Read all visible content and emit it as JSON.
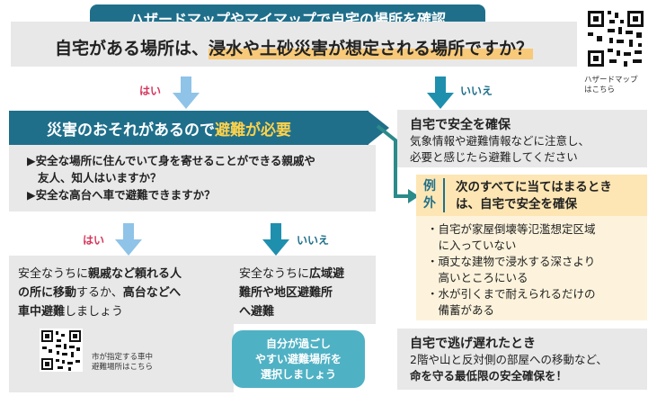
{
  "header": {
    "title": "ハザードマップやマイマップで自宅の場所を確認",
    "question_pre": "自宅がある場所は、",
    "question_mark": "浸水や土砂災害が想定される場所ですか？",
    "qr_caption_1": "ハザードマップ",
    "qr_caption_2": "はこちら"
  },
  "labels": {
    "yes": "はい",
    "no": "いいえ"
  },
  "yes_branch": {
    "banner_pre": "災害のおそれがあるので",
    "banner_emph": "避難が必要",
    "q1_line1": "▶安全な場所に住んでいて身を寄せることができる親戚や",
    "q1_line2": "友人、知人はいますか？",
    "q2": "▶安全な高台へ車で避難できますか？"
  },
  "left_box": {
    "line1_pre": "安全なうちに",
    "line1_bold": "親戚など頼れる人",
    "line2_bold": "の所に移動",
    "line2_post": "するか、",
    "line2_bold2": "高台などへ",
    "line3_bold": "車中避難",
    "line3_post": "しましょう",
    "qr_caption_1": "市が指定する車中",
    "qr_caption_2": "避難場所はこちら"
  },
  "mid_box": {
    "line1_pre": "安全なうちに",
    "line1_bold": "広域避",
    "line2": "難所や地区避難所",
    "line3": "へ避難"
  },
  "select_button": {
    "line1": "自分が過ごし",
    "line2": "やすい避難場所を",
    "line3": "選択しましょう"
  },
  "no_branch": {
    "title": "自宅で安全を確保",
    "line1": "気象情報や避難情報などに注意し、",
    "line2": "必要と感じたら避難してください"
  },
  "exception": {
    "tag1": "例",
    "tag2": "外",
    "head1": "次のすべてに当てはまるとき",
    "head2": "は、自宅で安全を確保",
    "items": [
      {
        "l1": "・自宅が家屋倒壊等氾濫想定区域",
        "l2": "　に入っていない"
      },
      {
        "l1": "・頑丈な建物で浸水する深さより",
        "l2": "　高いところにいる"
      },
      {
        "l1": "・水が引くまで耐えられるだけの",
        "l2": "　備蓄がある"
      }
    ]
  },
  "late_box": {
    "title": "自宅で逃げ遅れたとき",
    "line1": "2階や山と反対側の部屋への移動など、",
    "line2": "命を守る最低限の安全確保を！"
  },
  "colors": {
    "teal": "#1f6f8b",
    "light_teal": "#4fb1c4",
    "arrow": "#8fc3e8",
    "orange_mark": "#f7c978",
    "red_label": "#d6365b"
  }
}
